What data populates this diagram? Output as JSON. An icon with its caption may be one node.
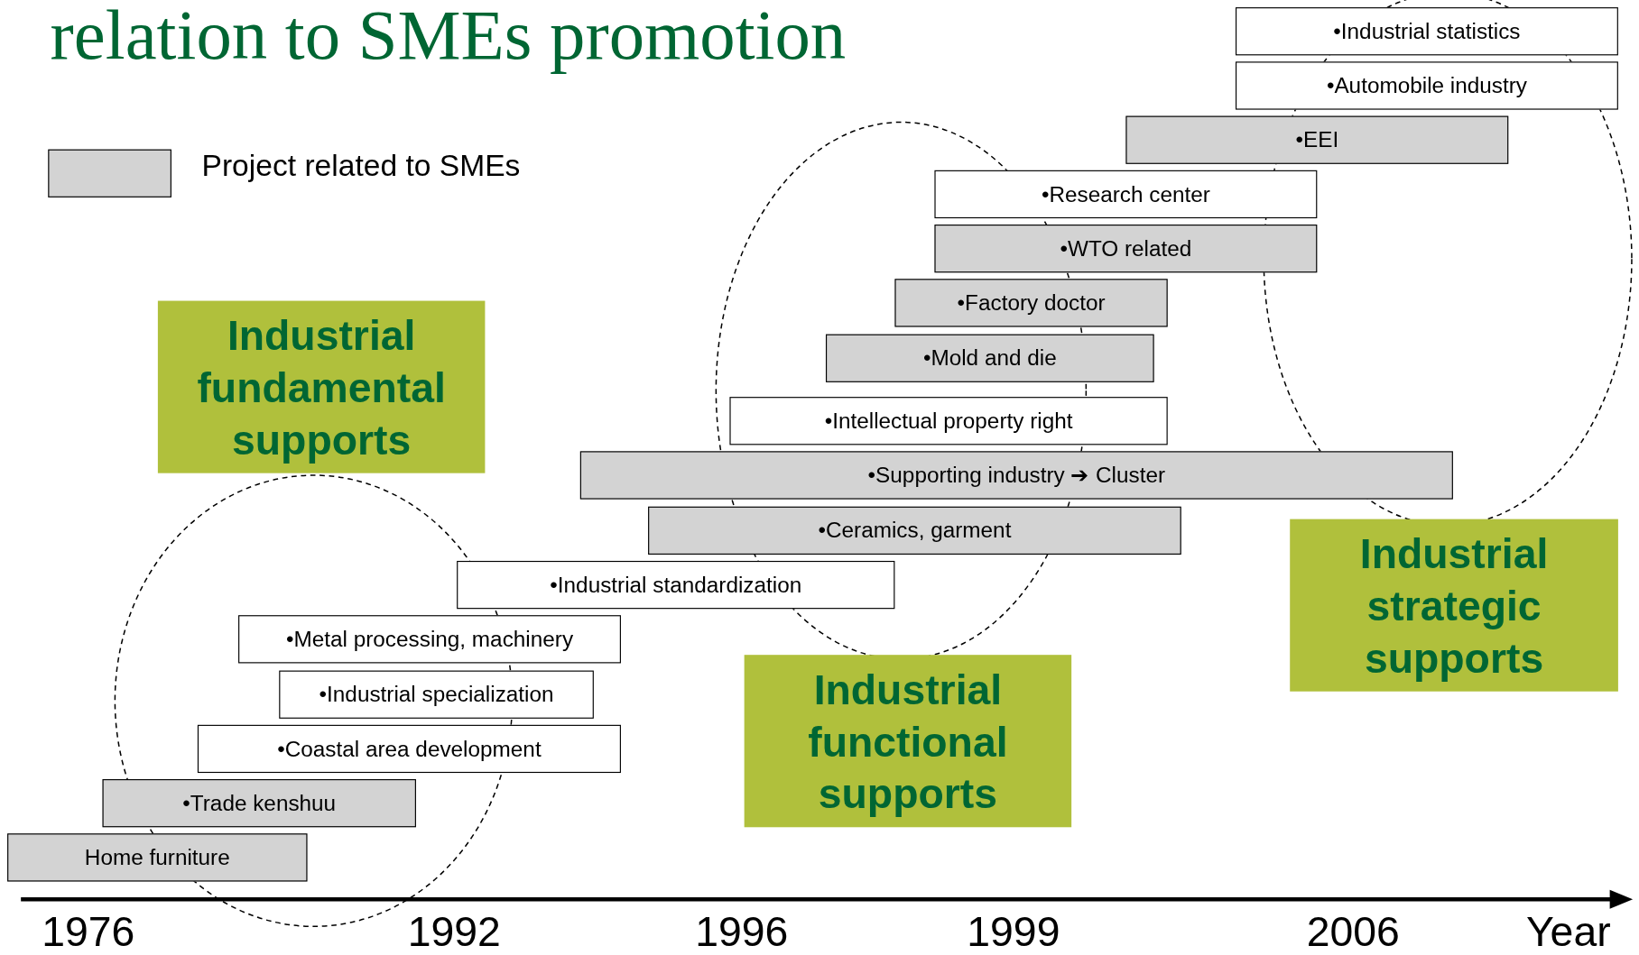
{
  "diagram": {
    "title": "relation to SMEs promotion",
    "nodes": [
      {
        "text": [
          "•Industrial statistics"
        ]
      },
      {
        "text": [
          "•Automobile industry"
        ]
      },
      {
        "text": [
          "•EEI"
        ]
      },
      {
        "text": [
          "•Research center"
        ]
      },
      {
        "text": [
          "•WTO related"
        ]
      },
      {
        "text": [
          "•Factory doctor"
        ]
      },
      {
        "text": [
          "•Mold and die"
        ]
      },
      {
        "text": [
          "•Intellectual property right"
        ]
      },
      {
        "text": [
          "•Supporting industry ➔ Cluster"
        ]
      },
      {
        "text": [
          "•Ceramics, garment"
        ]
      },
      {
        "text": [
          "•Industrial standardization"
        ]
      },
      {
        "text": [
          "•Metal processing, machinery"
        ]
      },
      {
        "text": [
          "•Industrial specialization"
        ]
      },
      {
        "text": [
          "•Coastal area development"
        ]
      },
      {
        "text": [
          "•Trade kenshuu"
        ]
      },
      {
        "text": [
          "Home furniture"
        ]
      },
      {
        "text": [
          "Industrial fundamental supports"
        ]
      },
      {
        "text": [
          "Industrial functional supports"
        ]
      },
      {
        "text": [
          "Industrial strategic supports"
        ]
      }
    ],
    "edges": [],
    "labels": [
      "1976",
      "1992",
      "1996",
      "1999",
      "2006",
      "Year"
    ],
    "legend": [
      {
        "text": "Project related to SMEs",
        "color": "#d3d3d3"
      }
    ]
  }
}
